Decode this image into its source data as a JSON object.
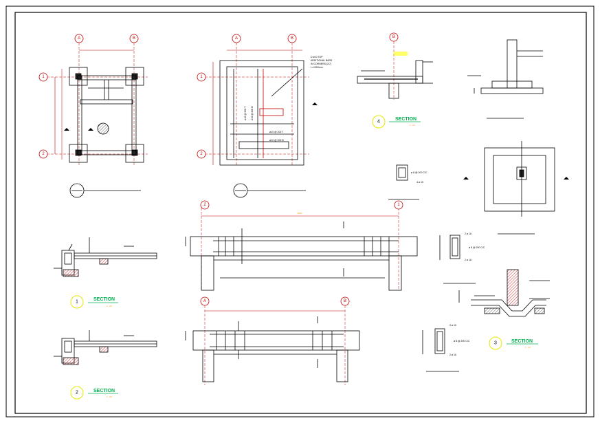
{
  "drawing": {
    "title": "Foundation / Plinth Beam Structural Details",
    "colors": {
      "frame": "#000000",
      "linework": "#000000",
      "grid_bubble": "#c00000",
      "dimension": "#c00000",
      "section_label": "#00b050",
      "section_circle": "#e6e600",
      "hatch": "#c00000",
      "annotation": "#ff9900"
    }
  },
  "grid_labels": {
    "A": "A",
    "B": "B",
    "one": "1",
    "two": "2"
  },
  "sections": {
    "s1": {
      "number": "1",
      "label": "SECTION",
      "scale": "1 : 20"
    },
    "s2": {
      "number": "2",
      "label": "SECTION",
      "scale": "1 : 20"
    },
    "s3": {
      "number": "3",
      "label": "SECTION",
      "scale": "1 : 20"
    },
    "s4": {
      "number": "4",
      "label": "SECTION",
      "scale": "1 : 20"
    }
  },
  "notes": {
    "slab_top": "D ø10 TOP",
    "slab_l2": "ADDITIONAL BARS",
    "slab_l3": "IN CORNERS (2/7)",
    "slab_l4": "L=1000mm",
    "bar_x": "ø10 @ 200 T",
    "bar_x2": "ø10 @ 200 B",
    "bar_y": "ø10 @ 200 T",
    "bar_y2": "ø10 @ 200 B",
    "stirrup": "ø 8 @ 200 C/C",
    "main_bars": "4 ø 16",
    "top_bars": "2 ø 16",
    "bot_bars": "2 ø 16",
    "span": "4000"
  }
}
